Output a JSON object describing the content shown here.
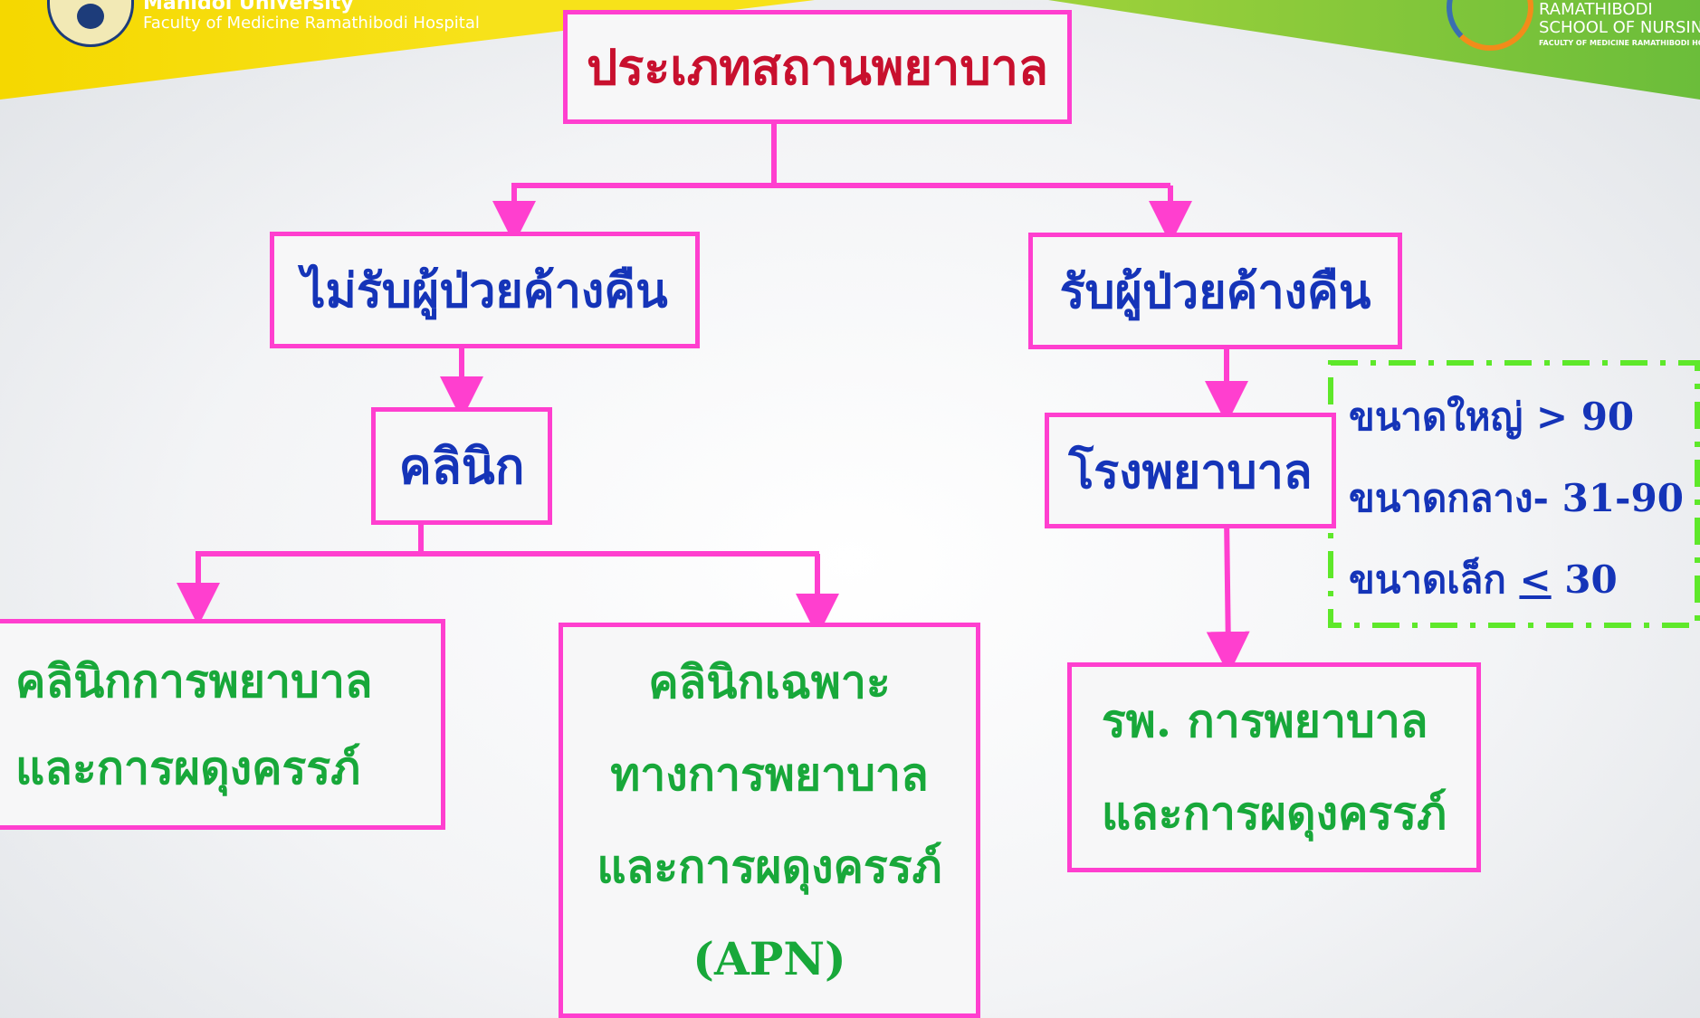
{
  "header": {
    "university": "Mahidol University",
    "faculty": "Faculty of Medicine Ramathibodi Hospital",
    "school_line1": "RAMATHIBODI",
    "school_line2": "SCHOOL OF NURSING",
    "school_sub": "FACULTY OF MEDICINE RAMATHIBODI HOSPITAL"
  },
  "diagram": {
    "root": "ประเภทสถานพยาบาล",
    "outpatient": "ไม่รับผู้ป่วยค้างคืน",
    "inpatient": "รับผู้ป่วยค้างคืน",
    "clinic": "คลินิก",
    "hospital": "โรงพยาบาล",
    "nursing_clinic": [
      "คลินิกการพยาบาล",
      "และการผดุงครรภ์"
    ],
    "apn_clinic": [
      "คลินิกเฉพาะ",
      "ทางการพยาบาล",
      "และการผดุงครรภ์",
      "(APN)"
    ],
    "nursing_hospital": [
      "รพ. การพยาบาล",
      "และการผดุงครรภ์"
    ],
    "sizes": {
      "large": "ขนาดใหญ่ > 90",
      "medium": "ขนาดกลาง- 31-90",
      "small_prefix": "ขนาดเล็ก ",
      "small_symbol": "<",
      "small_value": "  30"
    }
  },
  "colors": {
    "box_border": "#ff3fcf",
    "root_text": "#c8102e",
    "blue_text": "#1534b8",
    "green_text": "#18a83a",
    "size_border": "#5ee82a"
  }
}
